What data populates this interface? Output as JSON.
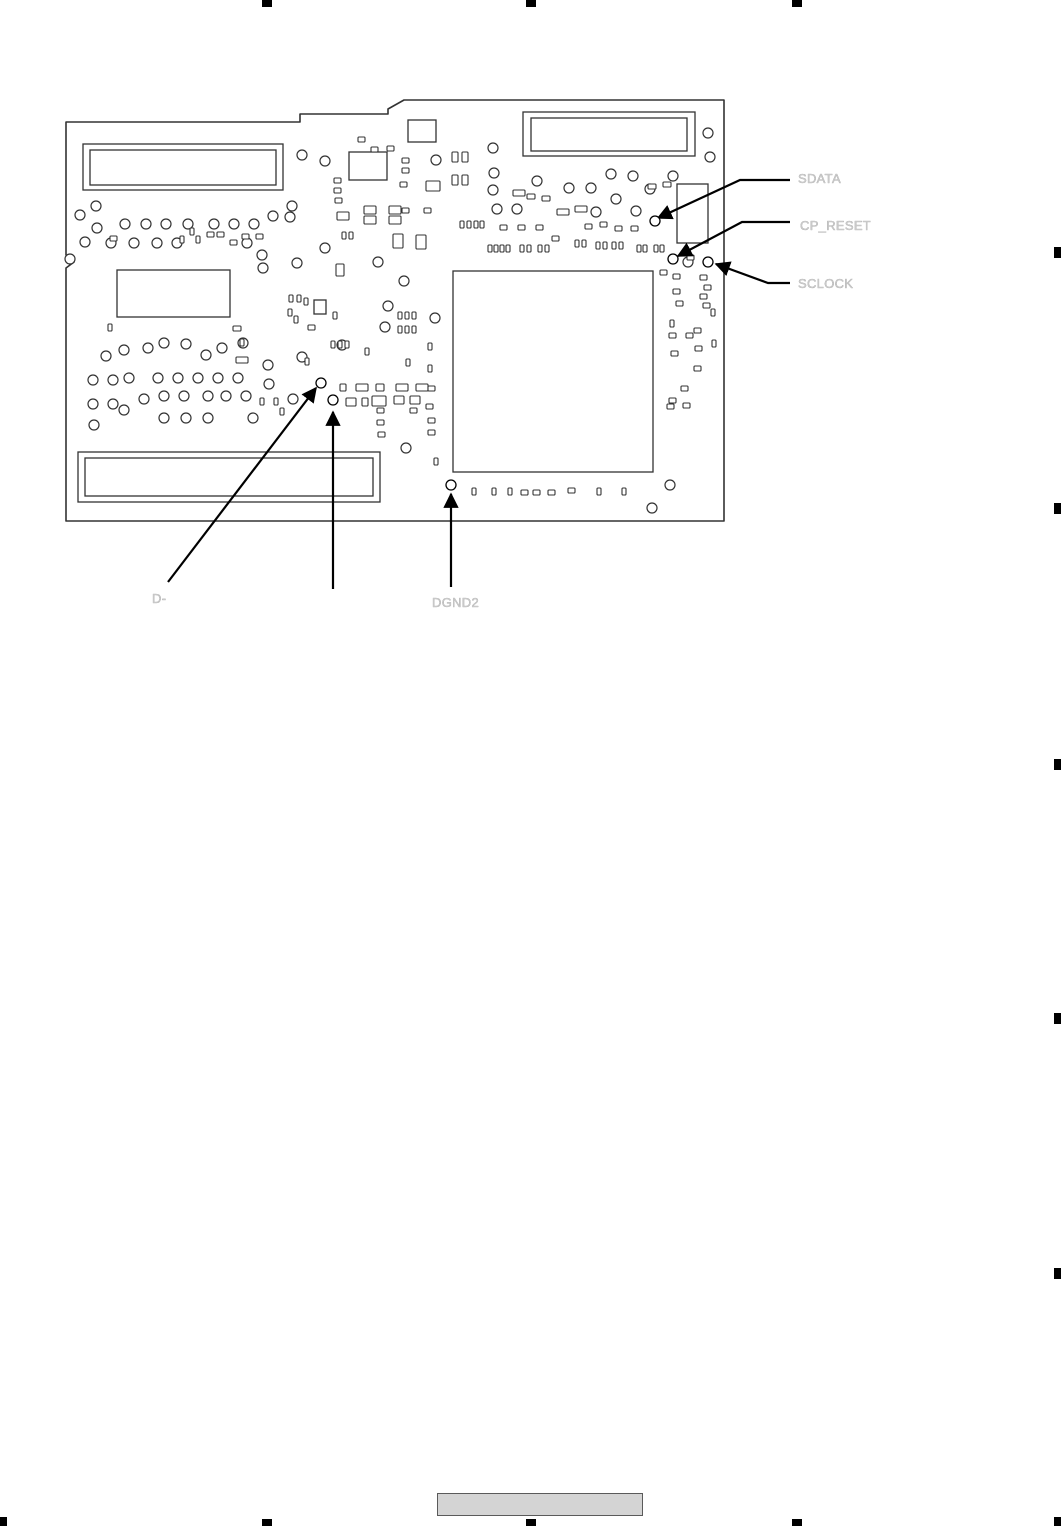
{
  "labels": {
    "sdata": "SDATA",
    "cp_reset": "CP_RESET",
    "sclock": "SCLOCK",
    "d_minus": "D-",
    "dgnd2": "DGND2"
  },
  "footer": {
    "page_number": ""
  },
  "colors": {
    "outline": "#333333",
    "label_fill": "#c9c9c9",
    "arrow": "#000000",
    "footer_box": "#d4d4d4"
  }
}
